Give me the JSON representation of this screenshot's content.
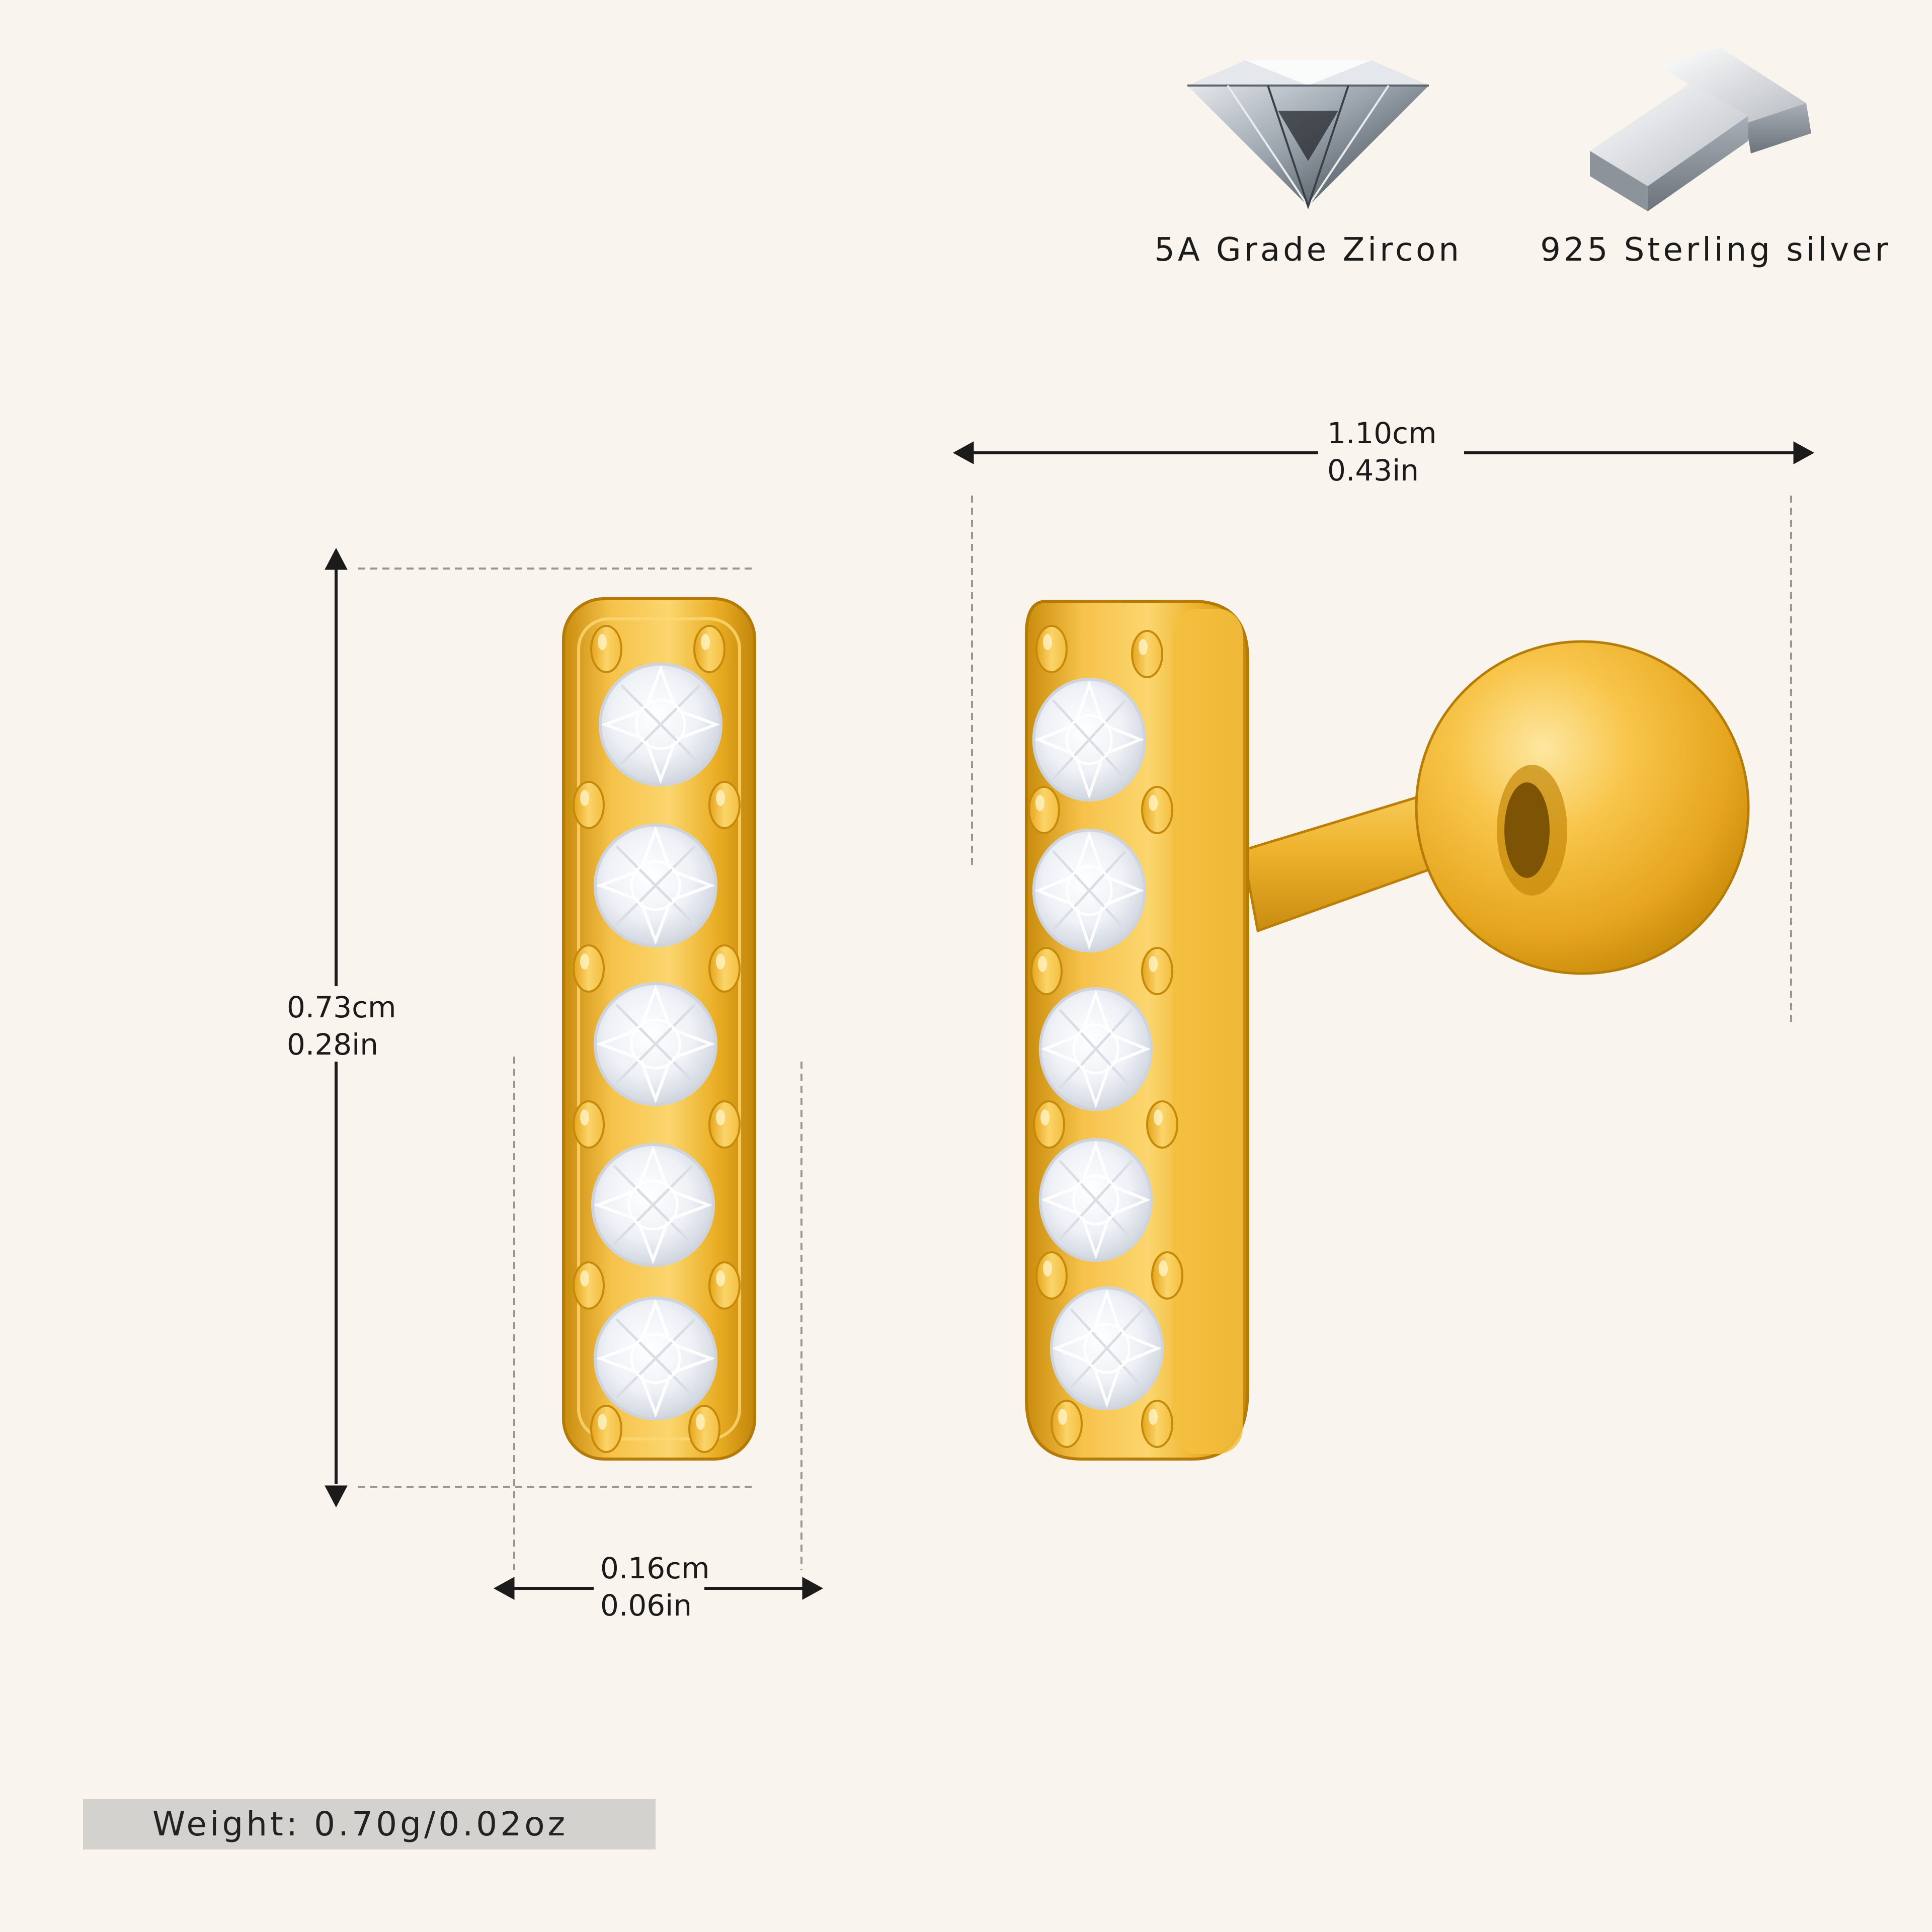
{
  "features": [
    {
      "icon": "diamond-icon",
      "label": "5A Grade Zircon"
    },
    {
      "icon": "silver-bars-icon",
      "label": "925 Sterling silver"
    }
  ],
  "dimensions": {
    "height": {
      "cm": "0.73cm",
      "in": "0.28in"
    },
    "width": {
      "cm": "0.16cm",
      "in": "0.06in"
    },
    "length": {
      "cm": "1.10cm",
      "in": "0.43in"
    }
  },
  "weight": {
    "text": "Weight:  0.70g/0.02oz"
  },
  "colors": {
    "background": "#f9f4ee",
    "gold": "#e8a920",
    "gold_light": "#fbd36a",
    "gold_dark": "#b97d08",
    "zircon": "#e9edf3",
    "label_bar": "#d4d2cf"
  }
}
